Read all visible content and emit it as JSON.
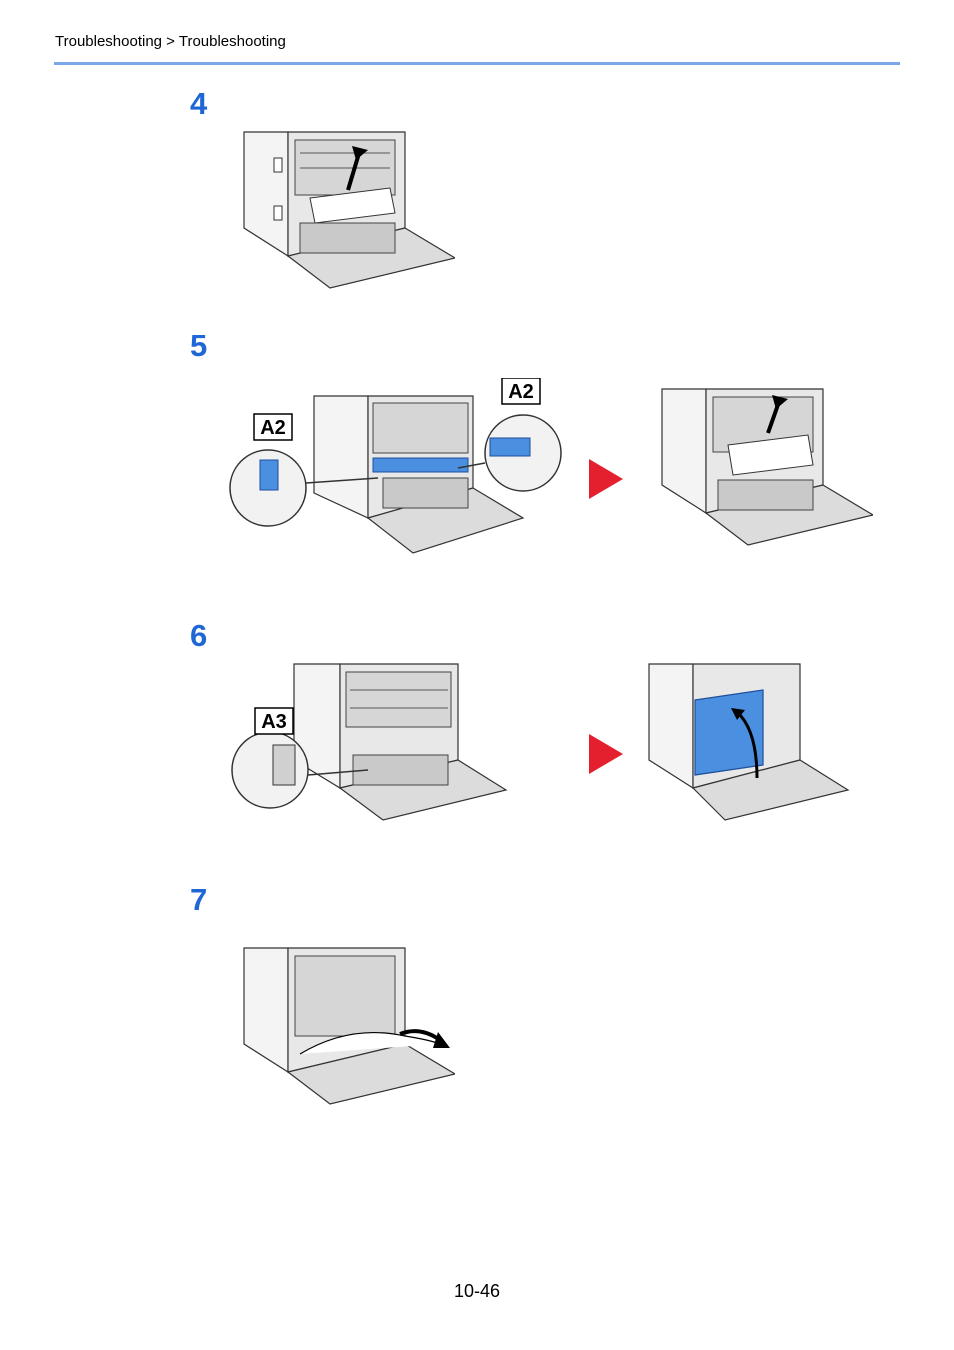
{
  "header": {
    "breadcrumb": "Troubleshooting > Troubleshooting"
  },
  "steps": [
    {
      "number": "4"
    },
    {
      "number": "5",
      "callouts": [
        "A2",
        "A2"
      ]
    },
    {
      "number": "6",
      "callouts": [
        "A3"
      ]
    },
    {
      "number": "7"
    }
  ],
  "colors": {
    "accent_blue": "#1f66d6",
    "rule": "#7aa7e8",
    "next_arrow": "#e5202e",
    "part_blue": "#4a8fe0"
  },
  "footer": {
    "page_number": "10-46"
  }
}
